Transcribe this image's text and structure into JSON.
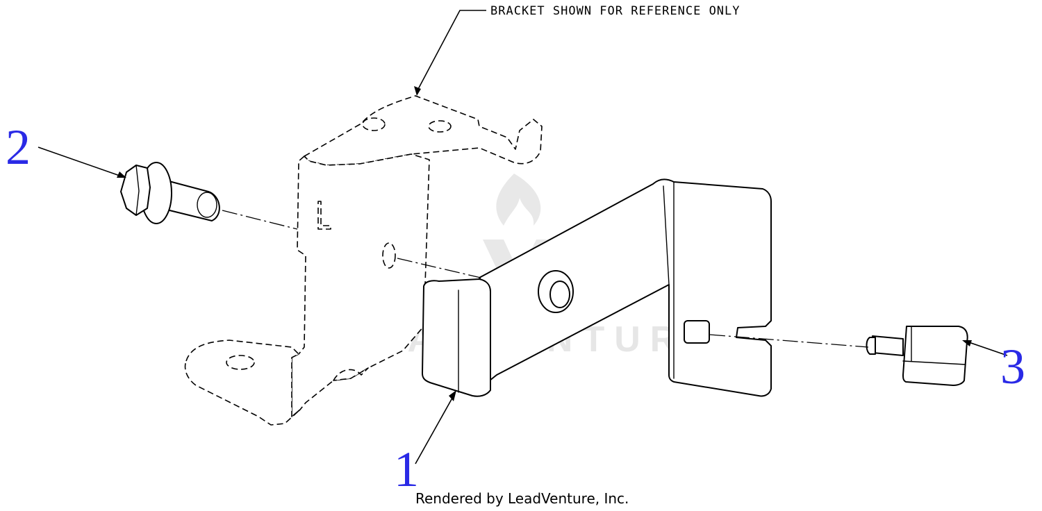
{
  "note": {
    "text": "BRACKET SHOWN FOR REFERENCE ONLY"
  },
  "callouts": [
    {
      "label": "1"
    },
    {
      "label": "2"
    },
    {
      "label": "3"
    }
  ],
  "credit": {
    "text": "Rendered by LeadVenture, Inc."
  },
  "watermark": {
    "text": "LEADVENTURE"
  },
  "colors": {
    "callout": "#2a2ae6",
    "line": "#000000",
    "watermark": "#e6e6e6"
  }
}
